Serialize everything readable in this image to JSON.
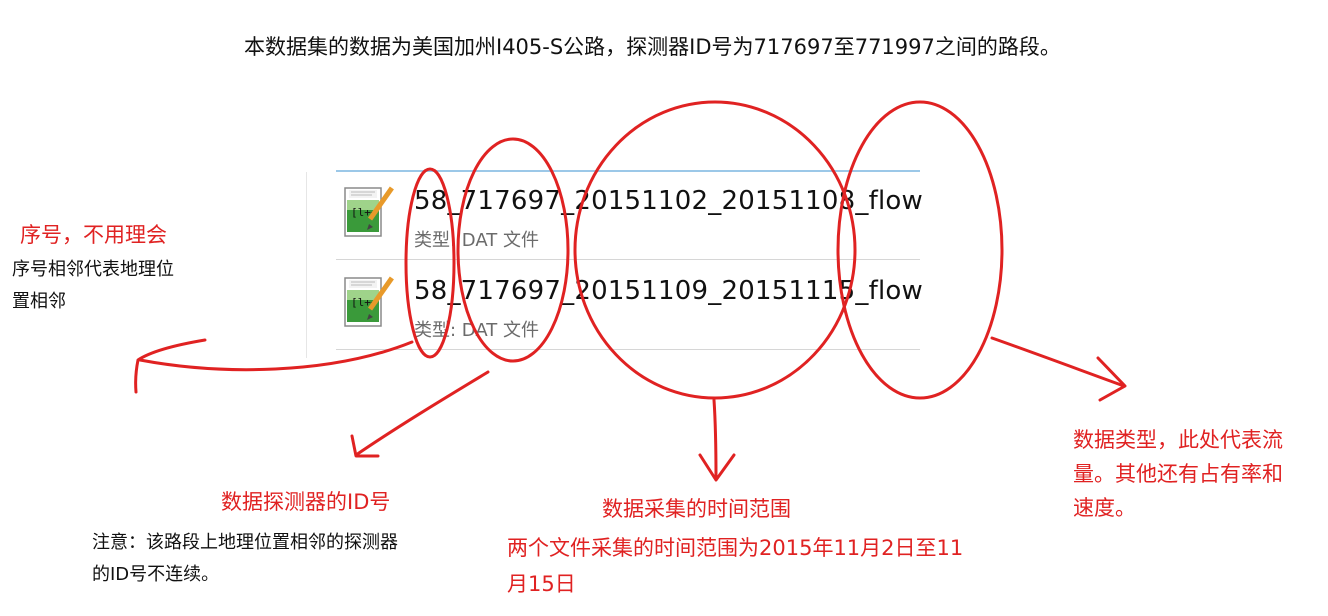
{
  "header": {
    "title": "本数据集的数据为美国加州I405-S公路，探测器ID号为717697至771997之间的路段。"
  },
  "files": [
    {
      "name": "58_717697_20151102_20151108_flow",
      "type_label": "类型: DAT 文件"
    },
    {
      "name": "58_717697_20151109_20151115_flow",
      "type_label": "类型: DAT 文件"
    }
  ],
  "annotations": {
    "seq": {
      "title": "序号，不用理会",
      "note_line1": "序号相邻代表地理位",
      "note_line2": "置相邻"
    },
    "detector": {
      "title": "数据探测器的ID号",
      "note_line1": "注意：该路段上地理位置相邻的探测器",
      "note_line2": "的ID号不连续。"
    },
    "time": {
      "title": "数据采集的时间范围",
      "note_line1": "两个文件采集的时间范围为2015年11月2日至11",
      "note_line2": "月15日"
    },
    "dtype": {
      "line1": "数据类型，此处代表流",
      "line2": "量。其他还有占有率和",
      "line3": "速度。"
    }
  },
  "colors": {
    "annotation_red": "#e02222",
    "icon_green": "#3a9a3a",
    "panel_accent": "#9cc8e8"
  },
  "icons": [
    "dat-file-icon"
  ]
}
